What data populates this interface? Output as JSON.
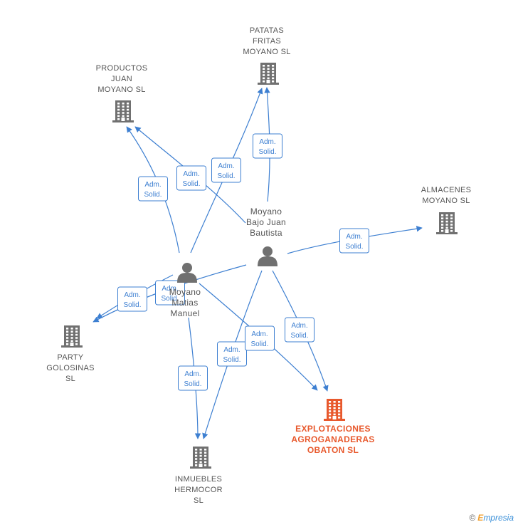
{
  "nodes": [
    {
      "id": "patatas",
      "type": "company",
      "lines": [
        "PATATAS",
        "FRITAS",
        "MOYANO  SL"
      ]
    },
    {
      "id": "productos",
      "type": "company",
      "lines": [
        "PRODUCTOS",
        "JUAN",
        "MOYANO  SL"
      ]
    },
    {
      "id": "almacenes",
      "type": "company",
      "lines": [
        "ALMACENES",
        "MOYANO  SL"
      ]
    },
    {
      "id": "party",
      "type": "company",
      "lines": [
        "PARTY",
        "GOLOSINAS",
        "SL"
      ]
    },
    {
      "id": "inmuebles",
      "type": "company",
      "lines": [
        "INMUEBLES",
        "HERMOCOR",
        "SL"
      ]
    },
    {
      "id": "explotaciones",
      "type": "company-main",
      "lines": [
        "EXPLOTACIONES",
        "AGROGANADERAS",
        "OBATON  SL"
      ]
    },
    {
      "id": "bajo",
      "type": "person",
      "lines": [
        "Moyano",
        "Bajo Juan",
        "Bautista"
      ]
    },
    {
      "id": "manuel",
      "type": "person",
      "lines": [
        "Moyano",
        "Matias",
        "Manuel"
      ]
    }
  ],
  "edges": [
    {
      "from": "bajo",
      "to": "patatas",
      "label": [
        "Adm.",
        "Solid."
      ]
    },
    {
      "from": "bajo",
      "to": "productos",
      "label": [
        "Adm.",
        "Solid."
      ]
    },
    {
      "from": "bajo",
      "to": "almacenes",
      "label": [
        "Adm.",
        "Solid."
      ]
    },
    {
      "from": "bajo",
      "to": "party",
      "label": [
        "Adm.",
        "Solid."
      ]
    },
    {
      "from": "bajo",
      "to": "inmuebles",
      "label": [
        "Adm.",
        "Solid."
      ]
    },
    {
      "from": "bajo",
      "to": "explotaciones",
      "label": [
        "Adm.",
        "Solid."
      ]
    },
    {
      "from": "manuel",
      "to": "patatas",
      "label": [
        "Adm.",
        "Solid."
      ]
    },
    {
      "from": "manuel",
      "to": "productos",
      "label": [
        "Adm.",
        "Solid."
      ]
    },
    {
      "from": "manuel",
      "to": "party",
      "label": [
        "Adm.",
        "Solid."
      ]
    },
    {
      "from": "manuel",
      "to": "inmuebles",
      "label": [
        "Adm.",
        "Solid."
      ]
    },
    {
      "from": "manuel",
      "to": "explotaciones",
      "label": [
        "Adm.",
        "Solid."
      ]
    }
  ],
  "watermark": {
    "copyright": "©",
    "brand_initial": "E",
    "brand_rest": "mpresia"
  },
  "colors": {
    "edge": "#3d7fd1",
    "company": "#707070",
    "main": "#e8592d",
    "person": "#707070"
  }
}
